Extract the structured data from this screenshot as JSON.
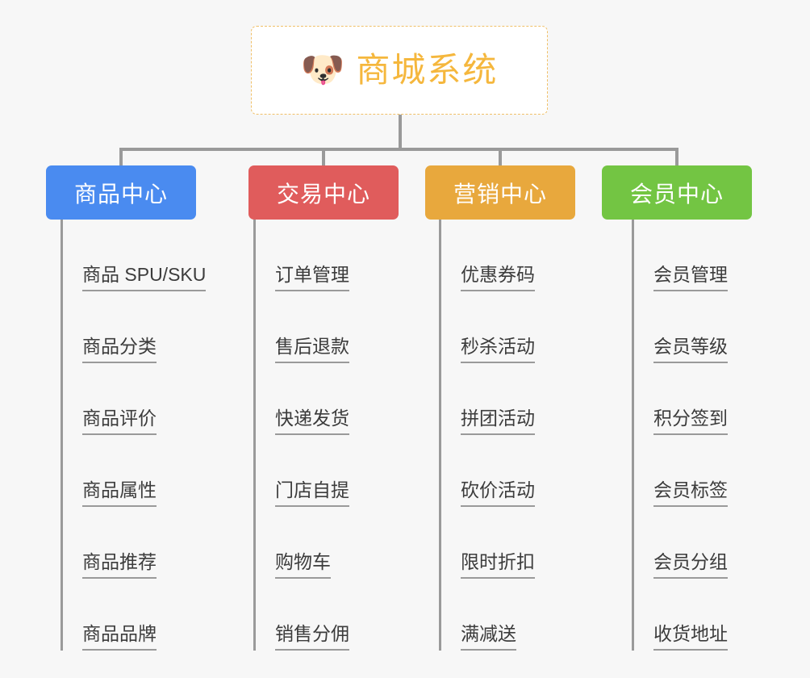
{
  "background_color": "#f7f7f7",
  "root": {
    "icon": "shiba-dog-face-emoji",
    "icon_glyph": "🐶",
    "title": "商城系统",
    "title_color": "#f5b73d",
    "border_color": "#f0c068"
  },
  "connector_color": "#9a9a9a",
  "columns": [
    {
      "title": "商品中心",
      "color": "#4a8bf0",
      "items": [
        "商品 SPU/SKU",
        "商品分类",
        "商品评价",
        "商品属性",
        "商品推荐",
        "商品品牌"
      ]
    },
    {
      "title": "交易中心",
      "color": "#e05c5c",
      "items": [
        "订单管理",
        "售后退款",
        "快递发货",
        "门店自提",
        "购物车",
        "销售分佣"
      ]
    },
    {
      "title": "营销中心",
      "color": "#e8a83d",
      "items": [
        "优惠券码",
        "秒杀活动",
        "拼团活动",
        "砍价活动",
        "限时折扣",
        "满减送"
      ]
    },
    {
      "title": "会员中心",
      "color": "#73c543",
      "items": [
        "会员管理",
        "会员等级",
        "积分签到",
        "会员标签",
        "会员分组",
        "收货地址"
      ]
    }
  ]
}
